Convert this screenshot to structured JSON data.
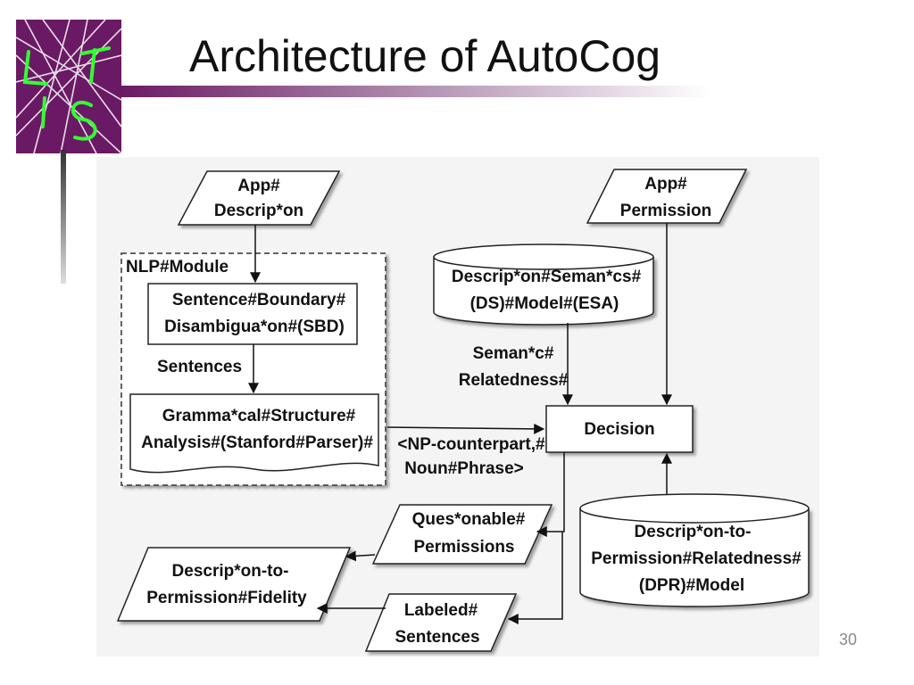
{
  "slide": {
    "title": "Architecture of AutoCog",
    "page_number": "30"
  },
  "logo": {
    "alt": "LIST"
  },
  "diagram": {
    "app_description": [
      "App#",
      "Descrip*on"
    ],
    "app_permission": [
      "App#",
      "Permission"
    ],
    "nlp_module_label": "NLP#Module",
    "sbd": [
      "Sentence#Boundary#",
      "Disambigua*on#(SBD)"
    ],
    "sentences_label": "Sentences",
    "grammatical": [
      "Gramma*cal#Structure#",
      "Analysis#(Stanford#Parser)#"
    ],
    "esa": [
      "Descrip*on#Seman*cs#",
      "(DS)#Model#(ESA)"
    ],
    "semantic_relatedness": [
      "Seman*c#",
      "Relatedness#"
    ],
    "np_output": [
      "<NP-counterpart,#",
      "Noun#Phrase>"
    ],
    "decision": "Decision",
    "dpr": [
      "Descrip*on-to-",
      "Permission#Relatedness#",
      "(DPR)#Model"
    ],
    "questionable": [
      "Ques*onable#",
      "Permissions"
    ],
    "labeled": [
      "Labeled#",
      "Sentences"
    ],
    "fidelity": [
      "Descrip*on-to-",
      "Permission#Fidelity"
    ]
  }
}
